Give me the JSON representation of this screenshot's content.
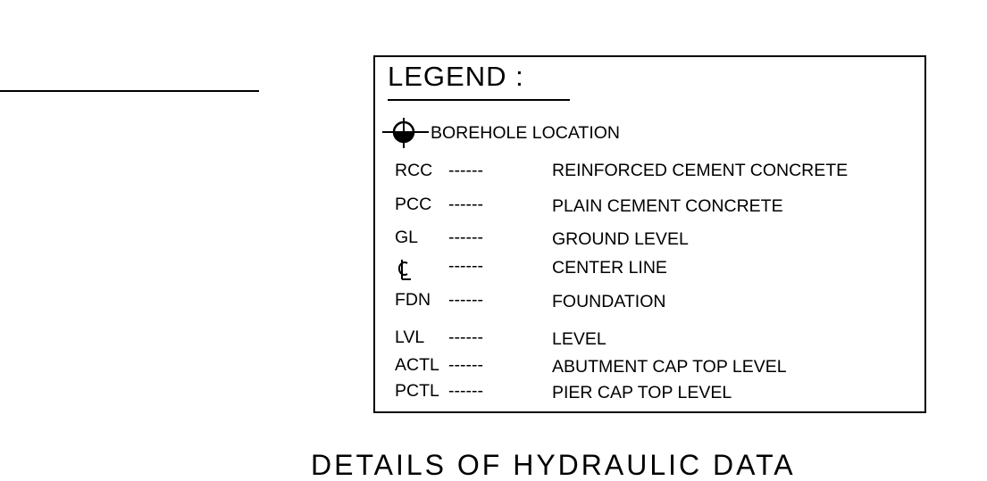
{
  "legend": {
    "title": "LEGEND :",
    "borehole_label": "BOREHOLE LOCATION",
    "items": [
      {
        "abbr": "RCC",
        "dashes": "------",
        "definition": "REINFORCED CEMENT CONCRETE"
      },
      {
        "abbr": "PCC",
        "dashes": "------",
        "definition": "PLAIN CEMENT CONCRETE"
      },
      {
        "abbr": "GL",
        "dashes": "------",
        "definition": "GROUND LEVEL"
      },
      {
        "abbr": "",
        "dashes": "------",
        "definition": "CENTER LINE"
      },
      {
        "abbr": "FDN",
        "dashes": "------",
        "definition": "FOUNDATION"
      },
      {
        "abbr": "LVL",
        "dashes": "------",
        "definition": "LEVEL"
      },
      {
        "abbr": "ACTL",
        "dashes": "------",
        "definition": "ABUTMENT CAP TOP LEVEL"
      },
      {
        "abbr": "PCTL",
        "dashes": "------",
        "definition": "PIER CAP TOP LEVEL"
      }
    ]
  },
  "footer": {
    "partial_heading": "DETAILS OF HYDRAULIC DATA"
  },
  "symbols": {
    "borehole": "borehole-location-icon",
    "center_line": "center-line-icon"
  }
}
